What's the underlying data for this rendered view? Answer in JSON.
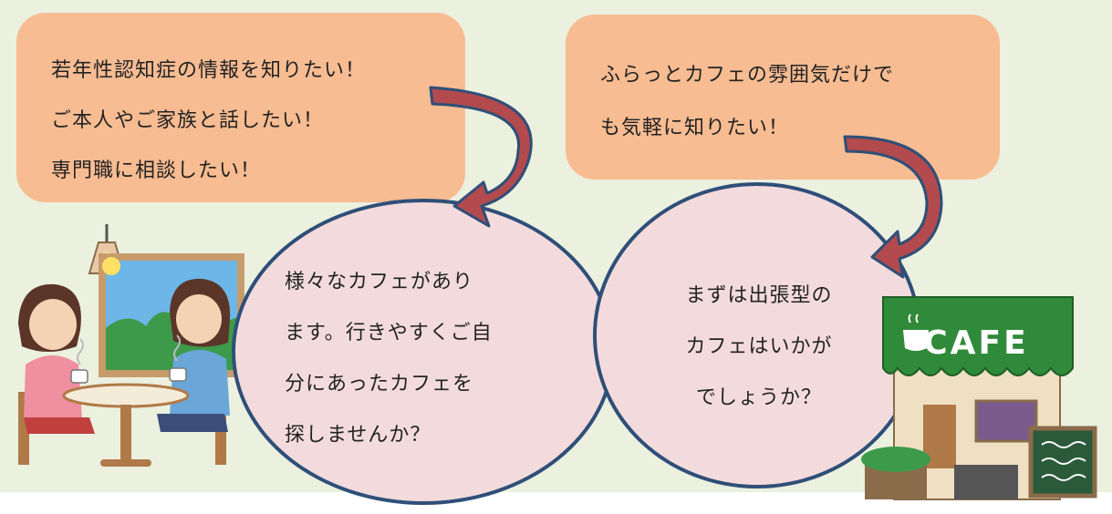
{
  "left_box": {
    "lines": [
      "若年性認知症の情報を知りたい！",
      "ご本人やご家族と話したい！",
      "専門職に相談したい！"
    ]
  },
  "right_box": {
    "lines": [
      "ふらっとカフェの雰囲気だけで",
      "も気軽に知りたい！"
    ]
  },
  "center_bubble": {
    "lines": [
      "様々なカフェがあり",
      "ます。行きやすくご自",
      "分にあったカフェを",
      "探しませんか？"
    ]
  },
  "right_bubble": {
    "lines": [
      "まずは出張型の",
      "カフェはいかが",
      "でしょうか？"
    ]
  },
  "cafe_sign": "CAFE",
  "colors": {
    "background": "#ebf0df",
    "box": "#f7bc92",
    "bubble_fill": "#f3dbdd",
    "bubble_border": "#2f4f78",
    "arrow": "#b24a4e",
    "awning": "#2f8a3a"
  }
}
